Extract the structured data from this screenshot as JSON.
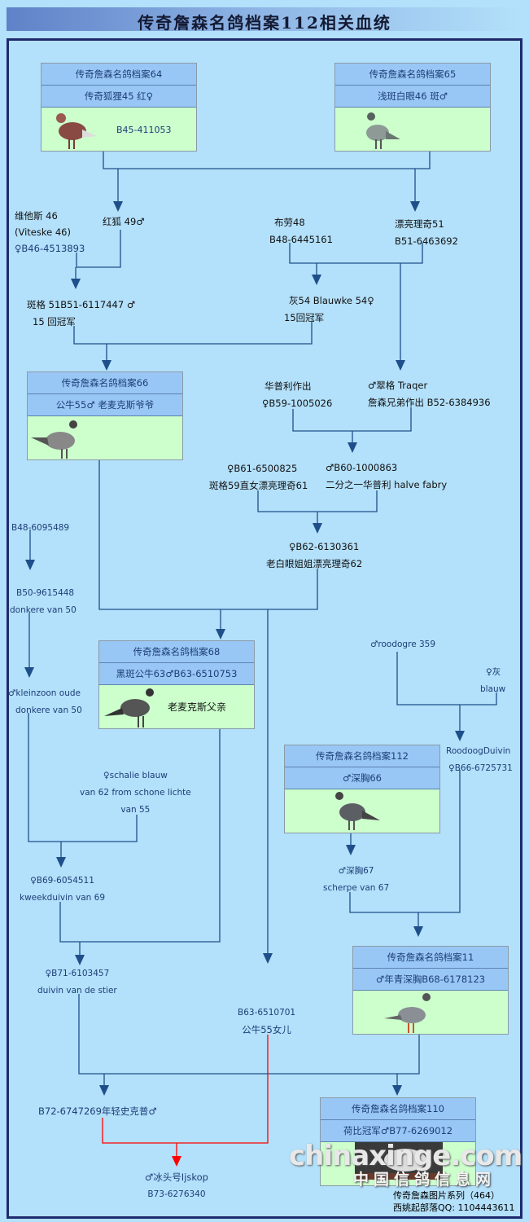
{
  "title": "传奇詹森名鸽档案112相关血统",
  "colors": {
    "line": "#1f4f8a",
    "highlight_line": "#ff0000",
    "box_header": "#99c7f5",
    "box_body": "#ccffcc",
    "background": "#b3e0fa",
    "frame": "#1f2a6e"
  },
  "boxes": {
    "b64": {
      "title": "传奇詹森名鸽档案64",
      "name": "传奇狐狸45 红♀",
      "note": "B45-411053",
      "icon": "red-pigeon-icon"
    },
    "b65": {
      "title": "传奇詹森名鸽档案65",
      "name": "浅斑白眼46 斑♂",
      "icon": "grey-pigeon-icon"
    },
    "b66": {
      "title": "传奇詹森名鸽档案66",
      "name": "公牛55♂  老麦克斯爷爷",
      "icon": "pigeon-icon"
    },
    "b68": {
      "title": "传奇詹森名鸽档案68",
      "name": "黑斑公牛63♂B63-6510753",
      "note": "老麦克斯父亲",
      "icon": "pigeon-icon"
    },
    "b112": {
      "title": "传奇詹森名鸽档案112",
      "name": "♂深胸66",
      "icon": "pigeon-icon"
    },
    "b11": {
      "title": "传奇詹森名鸽档案11",
      "name": "♂年青深胸B68-6178123",
      "icon": "pigeon-icon"
    },
    "b110": {
      "title": "传奇詹森名鸽档案110",
      "name": "荷比冠军♂B77-6269012",
      "icon": "pigeon-photo-icon"
    }
  },
  "nodes": {
    "vitesse": [
      "维他斯 46",
      "(Viteske 46)",
      "♀B46-4513893"
    ],
    "rodevos": [
      "红狐 49♂"
    ],
    "blauwe48": [
      "布劳48",
      "B48-6445161"
    ],
    "mooie51": [
      "漂亮理奇51",
      "B51-6463692"
    ],
    "bont51": [
      "斑格 51B51-6117447  ♂",
      "15 回冠军"
    ],
    "blauwke54": [
      "灰54 Blauwke 54♀",
      "15回冠军"
    ],
    "fabry": [
      "华普利作出",
      "♀B59-1005026"
    ],
    "trager": [
      "♂翠格 Traqer",
      "詹森兄弟作出 B52-6384936"
    ],
    "b61": [
      "♀B61-6500825",
      "斑格59直女漂亮理奇61"
    ],
    "b60": [
      "♂B60-1000863",
      "二分之一华普利 halve fabry"
    ],
    "b62": [
      "♀B62-6130361",
      "老白眼姐姐漂亮理奇62"
    ],
    "b48b": [
      "B48-6095489"
    ],
    "b50": [
      "B50-9615448",
      "donkere van 50"
    ],
    "kleinzoon": [
      "♂kleinzoon  oude",
      "donkere van 50"
    ],
    "roodogre": [
      "♂roodogre 359"
    ],
    "grijs": [
      "♀灰",
      "blauw"
    ],
    "roodoog": [
      "RoodoogDuivin",
      "♀B66-6725731"
    ],
    "schalie": [
      "♀schalie blauw",
      "van 62 from schone lichte",
      "van 55"
    ],
    "diep67": [
      "♂深胸67",
      "scherpe van 67"
    ],
    "b69": [
      "♀B69-6054511",
      "kweekduivin van 69"
    ],
    "b71": [
      "♀B71-6103457",
      "duivin van de stier"
    ],
    "b63": [
      "B63-6510701",
      "公牛55女儿"
    ],
    "b72": [
      "B72-6747269年轻史克普♂"
    ],
    "ijskop": [
      "♂冰头号Ijskop",
      "B73-6276340"
    ]
  },
  "watermark": {
    "site": "chinaxinge.com",
    "site_cn": "中国信鸽信息网"
  },
  "footer": {
    "series": "传奇詹森图片系列（464）",
    "author": "西姚起部落QQ: 1104443611"
  }
}
